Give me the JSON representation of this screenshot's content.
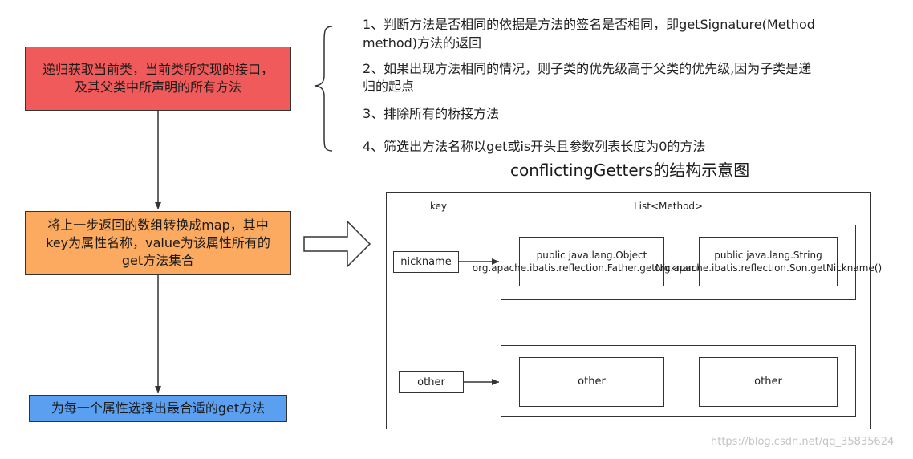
{
  "flow": {
    "step1": "递归获取当前类，当前类所实现的接口，及其父类中所声明的所有方法",
    "step2": "将上一步返回的数组转换成map，其中key为属性名称，value为该属性所有的get方法集合",
    "step3": "为每一个属性选择出最合适的get方法"
  },
  "notes": {
    "note1_line1": "1、判断方法是否相同的依据是方法的签名是否相同，即getSignature(Method",
    "note1_line2": "method)方法的返回",
    "note2_line1": "2、如果出现方法相同的情况，则子类的优先级高于父类的优先级,因为子类是递",
    "note2_line2": "归的起点",
    "note3": "3、排除所有的桥接方法",
    "note4": "4、筛选出方法名称以get或is开头且参数列表长度为0的方法"
  },
  "map_diagram": {
    "title": "conflictingGetters的结构示意图",
    "key_header": "key",
    "value_header": "List<Method>",
    "entries": [
      {
        "key": "nickname",
        "methods": [
          "public java.lang.Object org.apache.ibatis.reflection.Father.getNickname()",
          "public java.lang.String org.apache.ibatis.reflection.Son.getNickname()"
        ]
      },
      {
        "key": "other",
        "methods": [
          "other",
          "other"
        ]
      }
    ]
  },
  "watermark": "https://blog.csdn.net/qq_35835624",
  "colors": {
    "step1": "#f05a5a",
    "step2": "#fbaa5f",
    "step3": "#5b9ff0",
    "line": "#333333"
  }
}
